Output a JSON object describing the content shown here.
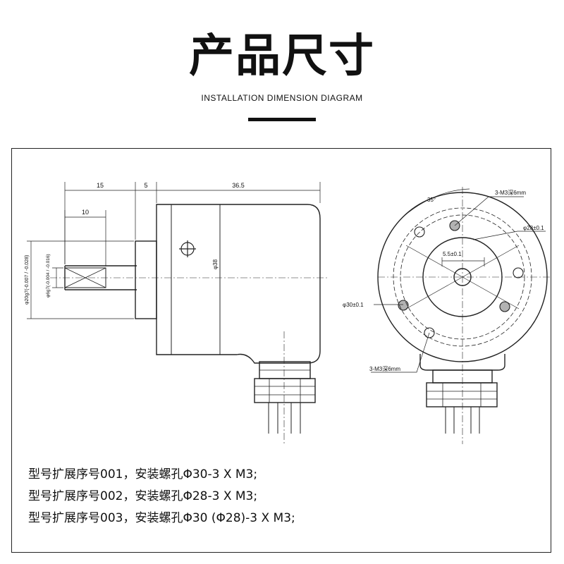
{
  "header": {
    "title": "产品尺寸",
    "subtitle": "INSTALLATION DIMENSION DIAGRAM"
  },
  "side_view": {
    "dim_15": "15",
    "dim_5": "5",
    "dim_36_5": "36.5",
    "dim_10": "10",
    "dim_38": "φ38",
    "dim_phi20": "φ20g7(-0.007 / -0.028)",
    "dim_phi6": "φ6g7(-0.004 / -0.016)"
  },
  "front_view": {
    "angle_35": "35°",
    "holes_top": "3-M3深6mm",
    "phi28": "φ28±0.1",
    "key_55": "5.5±0.1",
    "phi30": "φ30±0.1",
    "holes_bottom": "3-M3深6mm"
  },
  "notes": [
    "型号扩展序号001，安装螺孔Φ30-3 X M3;",
    "型号扩展序号002，安装螺孔Φ28-3 X M3;",
    "型号扩展序号003，安装螺孔Φ30 (Φ28)-3 X M3;"
  ]
}
